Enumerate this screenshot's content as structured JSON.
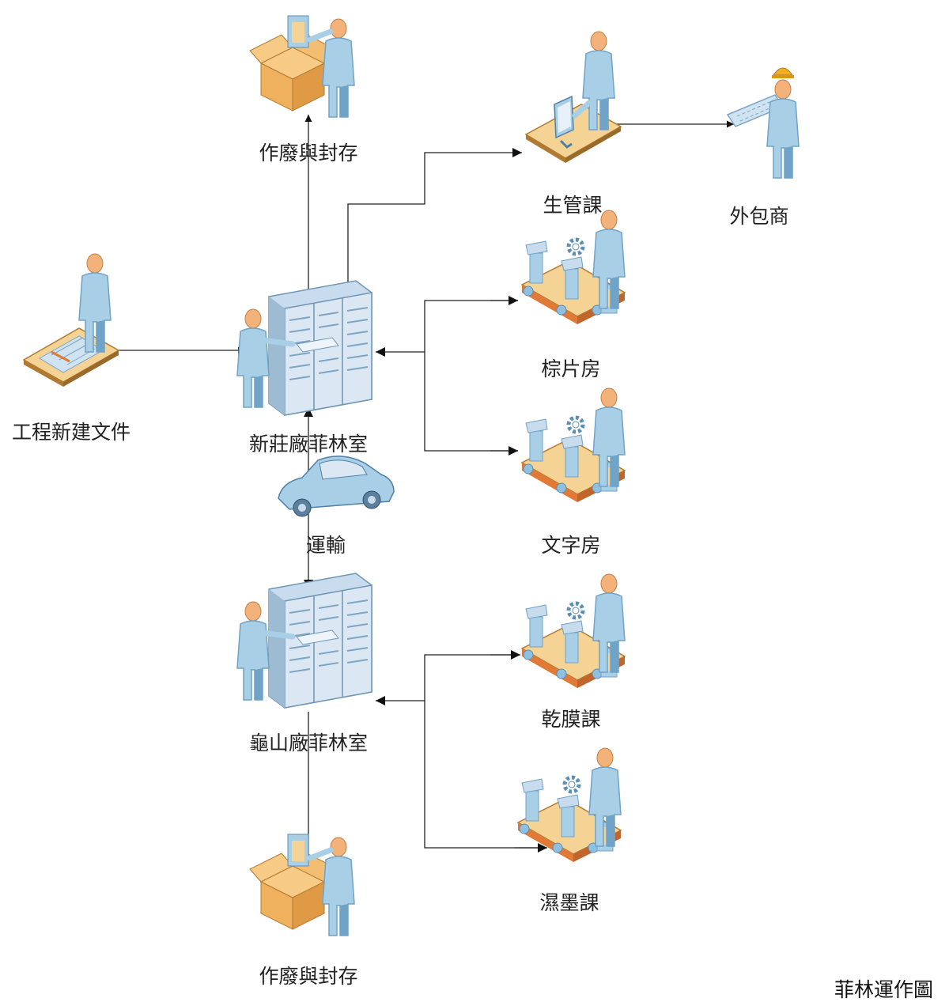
{
  "diagram": {
    "caption": "菲林運作圖",
    "nodes": {
      "eng_doc": {
        "label": "工程新建文件",
        "icon": "engineer-desk-icon"
      },
      "xz_room": {
        "label": "新莊廠菲林室",
        "icon": "server-rack-operator-icon"
      },
      "gs_room": {
        "label": "龜山廠菲林室",
        "icon": "server-rack-operator-icon"
      },
      "scrap_top": {
        "label": "作廢與封存",
        "icon": "archive-box-icon"
      },
      "scrap_bottom": {
        "label": "作廢與封存",
        "icon": "archive-box-icon"
      },
      "prod_ctrl": {
        "label": "生管課",
        "icon": "computer-desk-icon"
      },
      "vendor": {
        "label": "外包商",
        "icon": "contractor-blueprint-icon"
      },
      "brown_room": {
        "label": "棕片房",
        "icon": "assembly-line-icon"
      },
      "text_room": {
        "label": "文字房",
        "icon": "assembly-line-icon"
      },
      "dry_film": {
        "label": "乾膜課",
        "icon": "assembly-line-icon"
      },
      "wet_ink": {
        "label": "濕墨課",
        "icon": "assembly-line-icon"
      },
      "transport": {
        "label": "運輸",
        "icon": "car-icon"
      }
    },
    "colors": {
      "figure_body": "#a9cfe6",
      "figure_shade": "#6fa3c7",
      "skin": "#f2b27a",
      "desk": "#f5d394",
      "desk_edge": "#b07a32",
      "box": "#f0b15f",
      "belt": "#e07a36",
      "server": "#c8dced",
      "line": "#222222"
    }
  }
}
